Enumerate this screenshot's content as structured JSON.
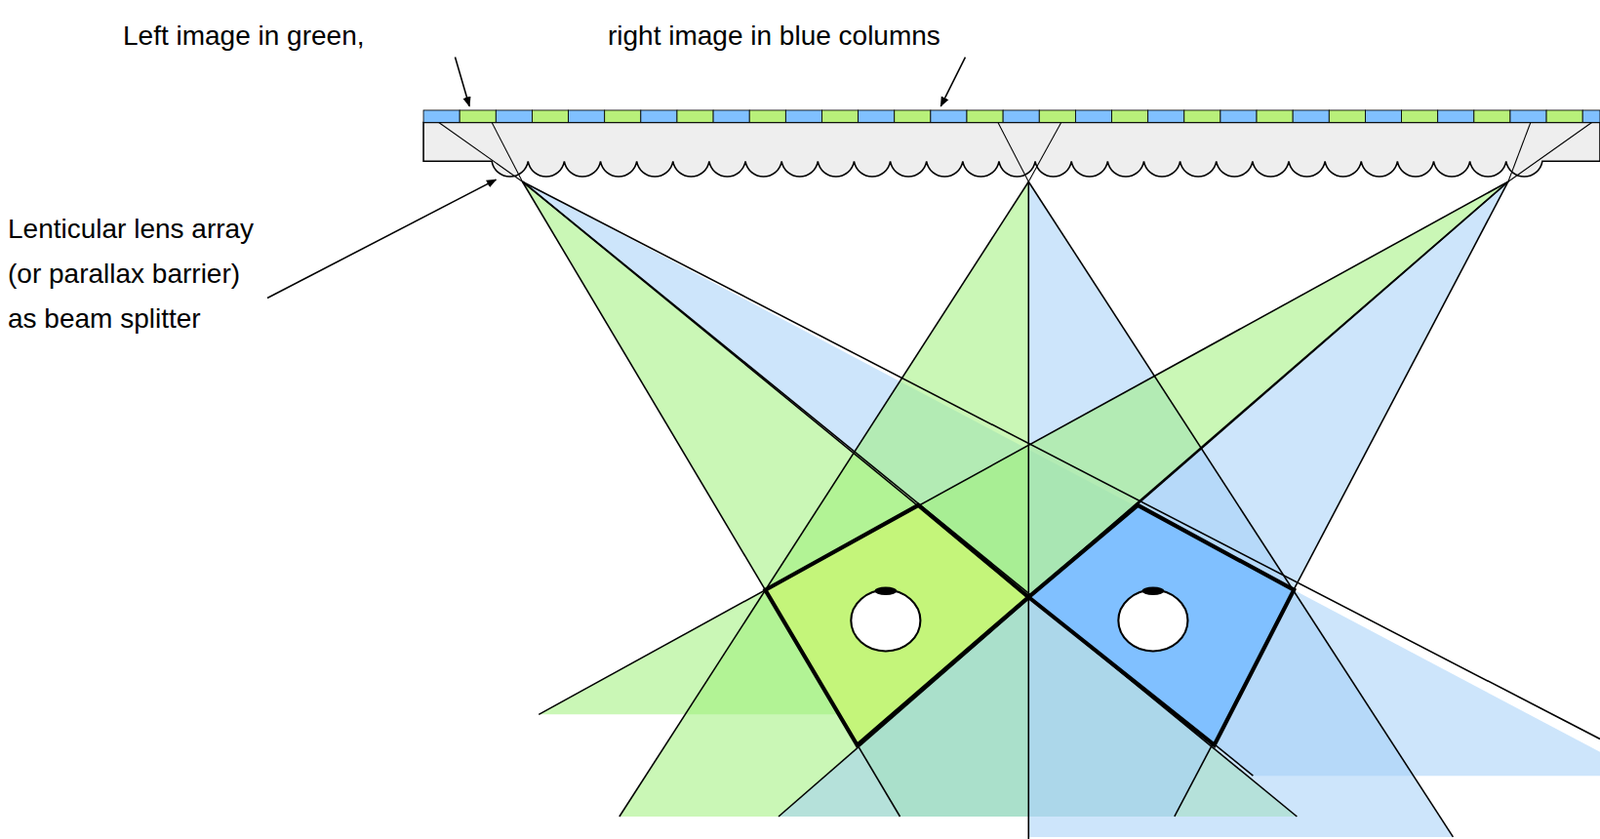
{
  "diagram": {
    "labels": [
      "Left image in green,",
      "right image in blue columns",
      "Lenticular lens array (or parallax barrier) as beam splitter"
    ]
  }
}
